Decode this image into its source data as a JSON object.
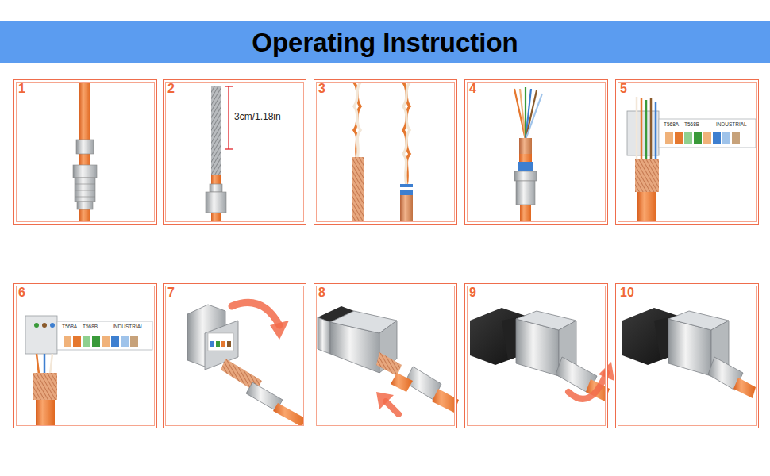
{
  "diagram": {
    "title": "Operating Instruction",
    "nodes": [
      {
        "text": [
          "1"
        ]
      },
      {
        "text": [
          "2"
        ]
      },
      {
        "text": [
          "3"
        ]
      },
      {
        "text": [
          "4"
        ]
      },
      {
        "text": [
          "5"
        ]
      },
      {
        "text": [
          "6"
        ]
      },
      {
        "text": [
          "7"
        ]
      },
      {
        "text": [
          "8"
        ]
      },
      {
        "text": [
          "9"
        ]
      },
      {
        "text": [
          "10"
        ]
      }
    ],
    "labels": [
      "3cm/1.18in",
      "T568A",
      "T568B",
      "INDUSTRIAL",
      "T568A",
      "T568B",
      "INDUSTRIAL"
    ]
  }
}
